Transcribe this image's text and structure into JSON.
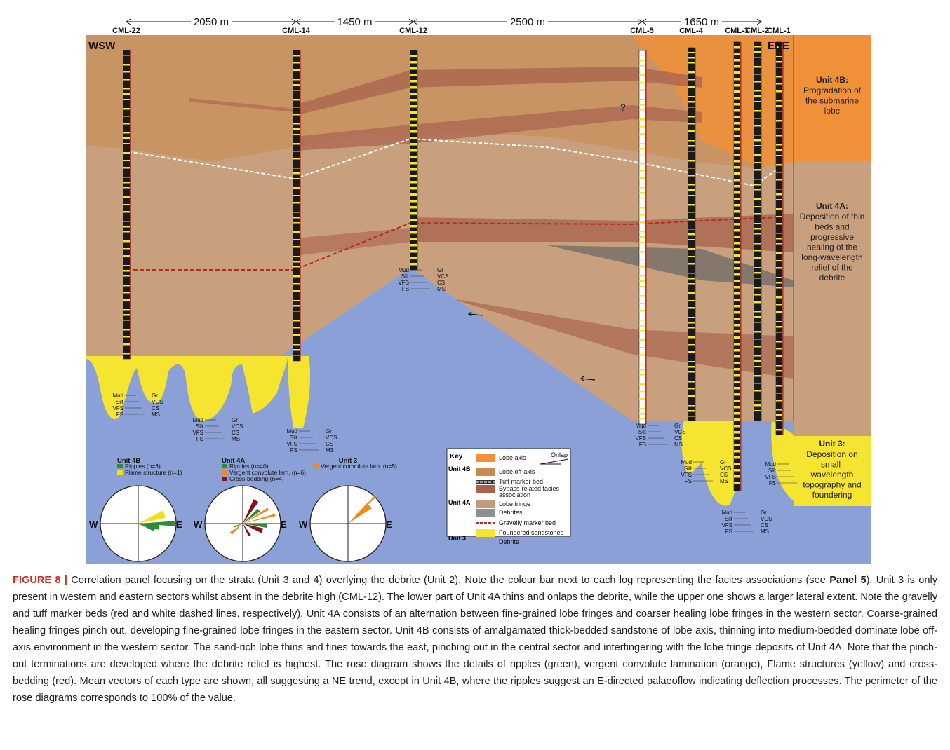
{
  "figure": {
    "distances": [
      "2050 m",
      "1450 m",
      "2500 m",
      "1650 m"
    ],
    "wells": [
      "CML-22",
      "CML-14",
      "CML-12",
      "CML-5",
      "CML-4",
      "CML-3",
      "CML-2",
      "CML-1"
    ],
    "west_label": "WSW",
    "east_label": "ENE",
    "question_mark": "?",
    "grain_scale": {
      "left": [
        "Mud",
        "Silt",
        "VFS",
        "FS"
      ],
      "right": [
        "Gr",
        "VCS",
        "CS",
        "MS"
      ]
    },
    "units": [
      {
        "title": "Unit 4B:",
        "desc": [
          "Progradation of",
          "the submarine",
          "lobe"
        ]
      },
      {
        "title": "Unit 4A:",
        "desc": [
          "Deposition of thin",
          "beds and",
          "progressive",
          "healing of the",
          "long-wavelength",
          "relief of the",
          "debrite"
        ]
      },
      {
        "title": "Unit 3:",
        "desc": [
          "Deposition on",
          "small-",
          "wavelength",
          "topography and",
          "foundering"
        ]
      }
    ],
    "roses": [
      {
        "title": "Unit 4B",
        "legend": [
          {
            "label": "Ripples (n=3)",
            "color": "#2e8b3a"
          },
          {
            "label": "Flame structure (n=1)",
            "color": "#f2e01a"
          }
        ]
      },
      {
        "title": "Unit 4A",
        "legend": [
          {
            "label": "Ripples (n=40)",
            "color": "#2e8b3a"
          },
          {
            "label": "Vergent convolute lam. (n=6)",
            "color": "#f08a1c"
          },
          {
            "label": "Cross-bedding (n=4)",
            "color": "#8a1020"
          }
        ]
      },
      {
        "title": "Unit 3",
        "legend": [
          {
            "label": "Vergent convolute lam. (n=5)",
            "color": "#f08a1c"
          }
        ]
      }
    ],
    "compass": {
      "w": "W",
      "e": "E"
    },
    "key": {
      "title": "Key",
      "onlap": "Onlap",
      "unit4b": "Unit 4B",
      "unit4a": "Unit 4A",
      "unit3": "Unit 3",
      "items": [
        "Lobe axis",
        "Lobe off-axis",
        "Tuff marker bed",
        "Bypass-related facies",
        "association",
        "Lobe fringe",
        "Debrites",
        "Gravelly marker bed",
        "Foundered sandstones",
        "Debrite"
      ]
    },
    "colors": {
      "lobe_axis": "#f0913a",
      "lobe_offaxis": "#c98a4f",
      "lobe_fringe": "#c29a7c",
      "bypass": "#a8614d",
      "debrites": "#8f8f8f",
      "foundered": "#f5e430",
      "debrite": "#8aa0d6"
    }
  },
  "caption": {
    "label": "FIGURE 8 |",
    "part1": "Correlation panel focusing on the strata (Unit 3 and 4) overlying the debrite (Unit 2). Note the colour bar next to each log representing the facies associations (see",
    "panel_ref": "Panel 5",
    "part2": "). Unit 3 is only present in western and eastern sectors whilst absent in the debrite high (CML-12). The lower part of Unit 4A thins and onlaps the debrite, while the upper one shows a larger lateral extent. Note the gravelly and tuff marker beds (red and white dashed lines, respectively). Unit 4A consists of an alternation between fine-grained lobe fringes and coarser healing lobe fringes in the western sector. Coarse-grained healing fringes pinch out, developing fine-grained lobe fringes in the eastern sector. Unit 4B consists of amalgamated thick-bedded sandstone of lobe axis, thinning into medium-bedded dominate lobe off-axis environment in the western sector. The sand-rich lobe thins and fines towards the east, pinching out in the central sector and interfingering with the lobe fringe deposits of Unit 4A. Note that the pinch-out terminations are developed where the debrite relief is highest. The rose diagram shows the details of ripples (green), vergent convolute lamination (orange), Flame structures (yellow) and cross-bedding (red). Mean vectors of each type are shown, all suggesting a NE trend, except in Unit 4B, where the ripples suggest an E-directed palaeoflow indicating deflection processes. The perimeter of the rose diagrams corresponds to 100% of the value."
  }
}
